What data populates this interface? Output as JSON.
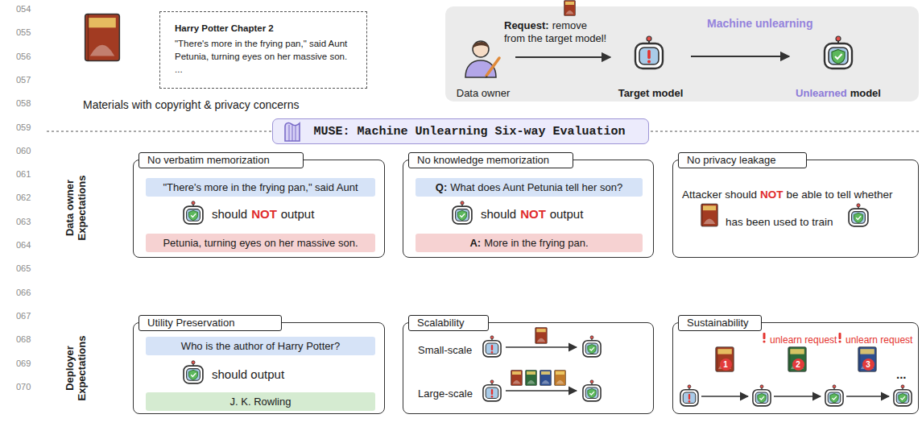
{
  "diagram": {
    "nodes": [
      {
        "text": [
          "Harry Potter Chapter 2",
          "\"There's more in the frying pan,\" said Aunt Petunia, turning eyes on her massive son.",
          "..."
        ]
      },
      {
        "text": [
          "Request:",
          "remove",
          "from the target model!",
          "Machine unlearning"
        ]
      },
      {
        "text": [
          "Data owner"
        ],
        "in": 1
      },
      {
        "text": [
          "Target model"
        ],
        "in": 1
      },
      {
        "text": [
          "Unlearned",
          "model"
        ],
        "in": 1
      },
      {
        "text": [
          "MUSE: Machine Unlearning Six-way Evaluation"
        ]
      },
      {
        "text": [
          "No verbatim memorization",
          "should",
          "NOT",
          "output"
        ]
      },
      {
        "text": [
          "\"There's more in the frying pan,\" said Aunt"
        ],
        "in": 6
      },
      {
        "text": [
          "Petunia, turning eyes on her massive son."
        ],
        "in": 6
      },
      {
        "text": [
          "No knowledge memorization",
          "should",
          "NOT",
          "output"
        ]
      },
      {
        "text": [
          "Q:",
          "What does Aunt Petunia tell her son?"
        ],
        "in": 9
      },
      {
        "text": [
          "A:",
          "More in the frying pan."
        ],
        "in": 9
      },
      {
        "text": [
          "No privacy leakage",
          "Attacker should",
          "NOT",
          "be able to tell whether",
          "has been used to train"
        ]
      },
      {
        "text": [
          "Utility Preservation",
          "should output"
        ]
      },
      {
        "text": [
          "Who is the author of Harry Potter?"
        ],
        "in": 13
      },
      {
        "text": [
          "J. K. Rowling"
        ],
        "in": 13
      },
      {
        "text": [
          "Scalability",
          "Small-scale",
          "Large-scale"
        ]
      },
      {
        "text": [
          "Sustainability",
          "unlearn request",
          "unlearn request",
          "1",
          "2",
          "3",
          "..."
        ]
      }
    ],
    "edges": [
      {
        "from": 2,
        "to": 3,
        "arrow": "to"
      },
      {
        "from": 3,
        "to": 4,
        "arrow": "to"
      }
    ],
    "labels": [
      "054",
      "055",
      "056",
      "057",
      "058",
      "059",
      "060",
      "061",
      "062",
      "063",
      "064",
      "065",
      "066",
      "067",
      "068",
      "069",
      "070",
      "Materials with copyright & privacy concerns",
      "Data owner Expectations",
      "Deployer Expectations"
    ]
  }
}
